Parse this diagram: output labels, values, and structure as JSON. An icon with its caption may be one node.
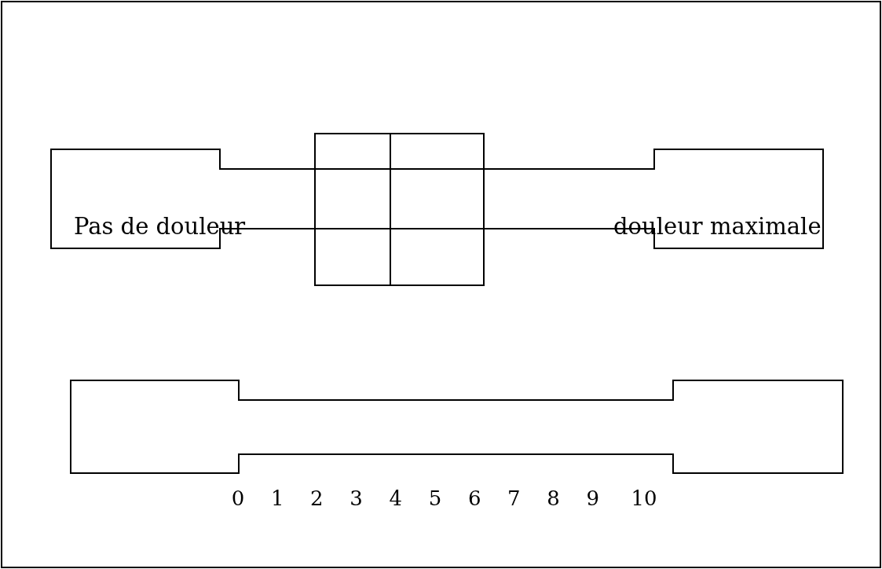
{
  "diagram": {
    "labels": [
      "Pas de douleur",
      "douleur maximale",
      "0",
      "1",
      "2",
      "3",
      "4",
      "5",
      "6",
      "7",
      "8",
      "9",
      "10"
    ]
  }
}
